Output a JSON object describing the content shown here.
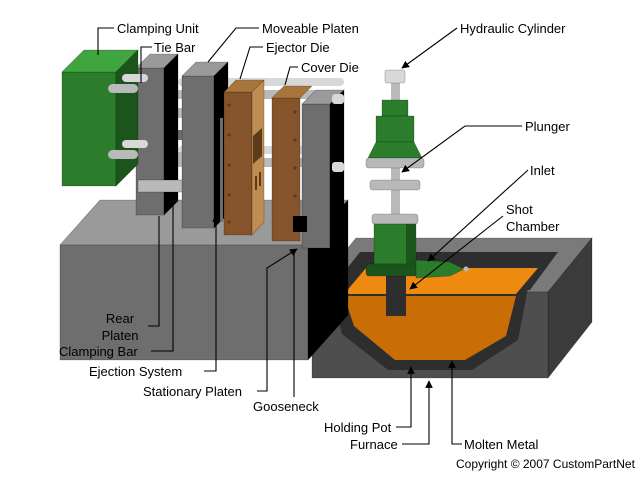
{
  "labels": {
    "clamping_unit": "Clamping Unit",
    "tie_bar": "Tie Bar",
    "moveable_platen": "Moveable Platen",
    "ejector_die": "Ejector Die",
    "cover_die": "Cover Die",
    "hydraulic_cylinder": "Hydraulic Cylinder",
    "plunger": "Plunger",
    "inlet": "Inlet",
    "shot_chamber": "Shot Chamber",
    "rear_platen": "Rear Platen",
    "clamping_bar": "Clamping Bar",
    "ejection_system": "Ejection System",
    "stationary_platen": "Stationary Platen",
    "gooseneck": "Gooseneck",
    "holding_pot": "Holding Pot",
    "furnace": "Furnace",
    "molten_metal": "Molten Metal"
  },
  "copyright": "Copyright © 2007 CustomPartNet",
  "colors": {
    "green-top": "#3fa63f",
    "green-front": "#2b7d2b",
    "green-side": "#1c551c",
    "gray-top": "#9a9a9a",
    "gray-front": "#6e6e6e",
    "gray-side": "#4c4c4c",
    "steel": "#b9b9b9",
    "steel-light": "#d8d8d8",
    "die-front": "#85542a",
    "die-top": "#a8763d",
    "die-face": "#c08c52",
    "die-dark": "#5d3a18",
    "furnace-top": "#7a7a7a",
    "furnace-front": "#4e4e4e",
    "furnace-side": "#3b3b3b",
    "pot": "#2e2e2e",
    "molten": "#ef8a10",
    "molten-deep": "#c96d05",
    "line": "#000000"
  }
}
